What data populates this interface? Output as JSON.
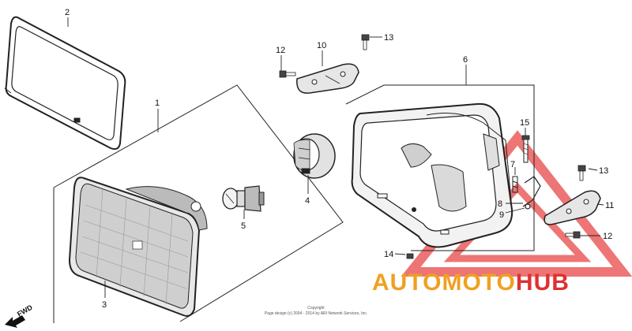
{
  "diagram": {
    "part_labels": {
      "p1": "1",
      "p2": "2",
      "p3": "3",
      "p4": "4",
      "p5": "5",
      "p6": "6",
      "p7": "7",
      "p8": "8",
      "p9": "9",
      "p10": "10",
      "p11": "11",
      "p12a": "12",
      "p12b": "12",
      "p13a": "13",
      "p13b": "13",
      "p14": "14",
      "p15": "15"
    },
    "direction_label": "FWD",
    "copyright": {
      "line1": "Copyright",
      "line2": "Page design (c) 2004 - 2014 by ARI Network Services, Inc."
    }
  },
  "watermark": {
    "part1": "AUTOMOTO",
    "part2": "HUB",
    "color_orange": "#f0a020",
    "color_red": "#e03030",
    "triangle_color": "#e84848"
  }
}
